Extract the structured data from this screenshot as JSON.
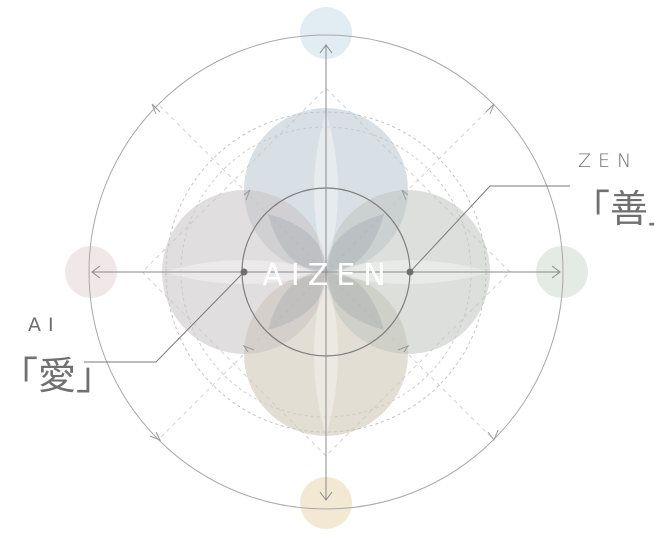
{
  "center_word": "AIZEN",
  "right_label": {
    "word": "ZEN",
    "kanji": "「善」"
  },
  "left_label": {
    "word": "AI",
    "kanji": "「愛」"
  },
  "colors": {
    "line": "#9a9a9a",
    "petal_top": "#b9c6cf",
    "petal_bottom": "#cfc8b6",
    "petal_left": "#c9c3c4",
    "petal_right": "#bfc4c0",
    "node_top": "#d6e4ee",
    "node_bottom": "#f0e2c8",
    "node_left": "#ece2e2",
    "node_right": "#dde5dd",
    "text": "#6e6e6e"
  }
}
